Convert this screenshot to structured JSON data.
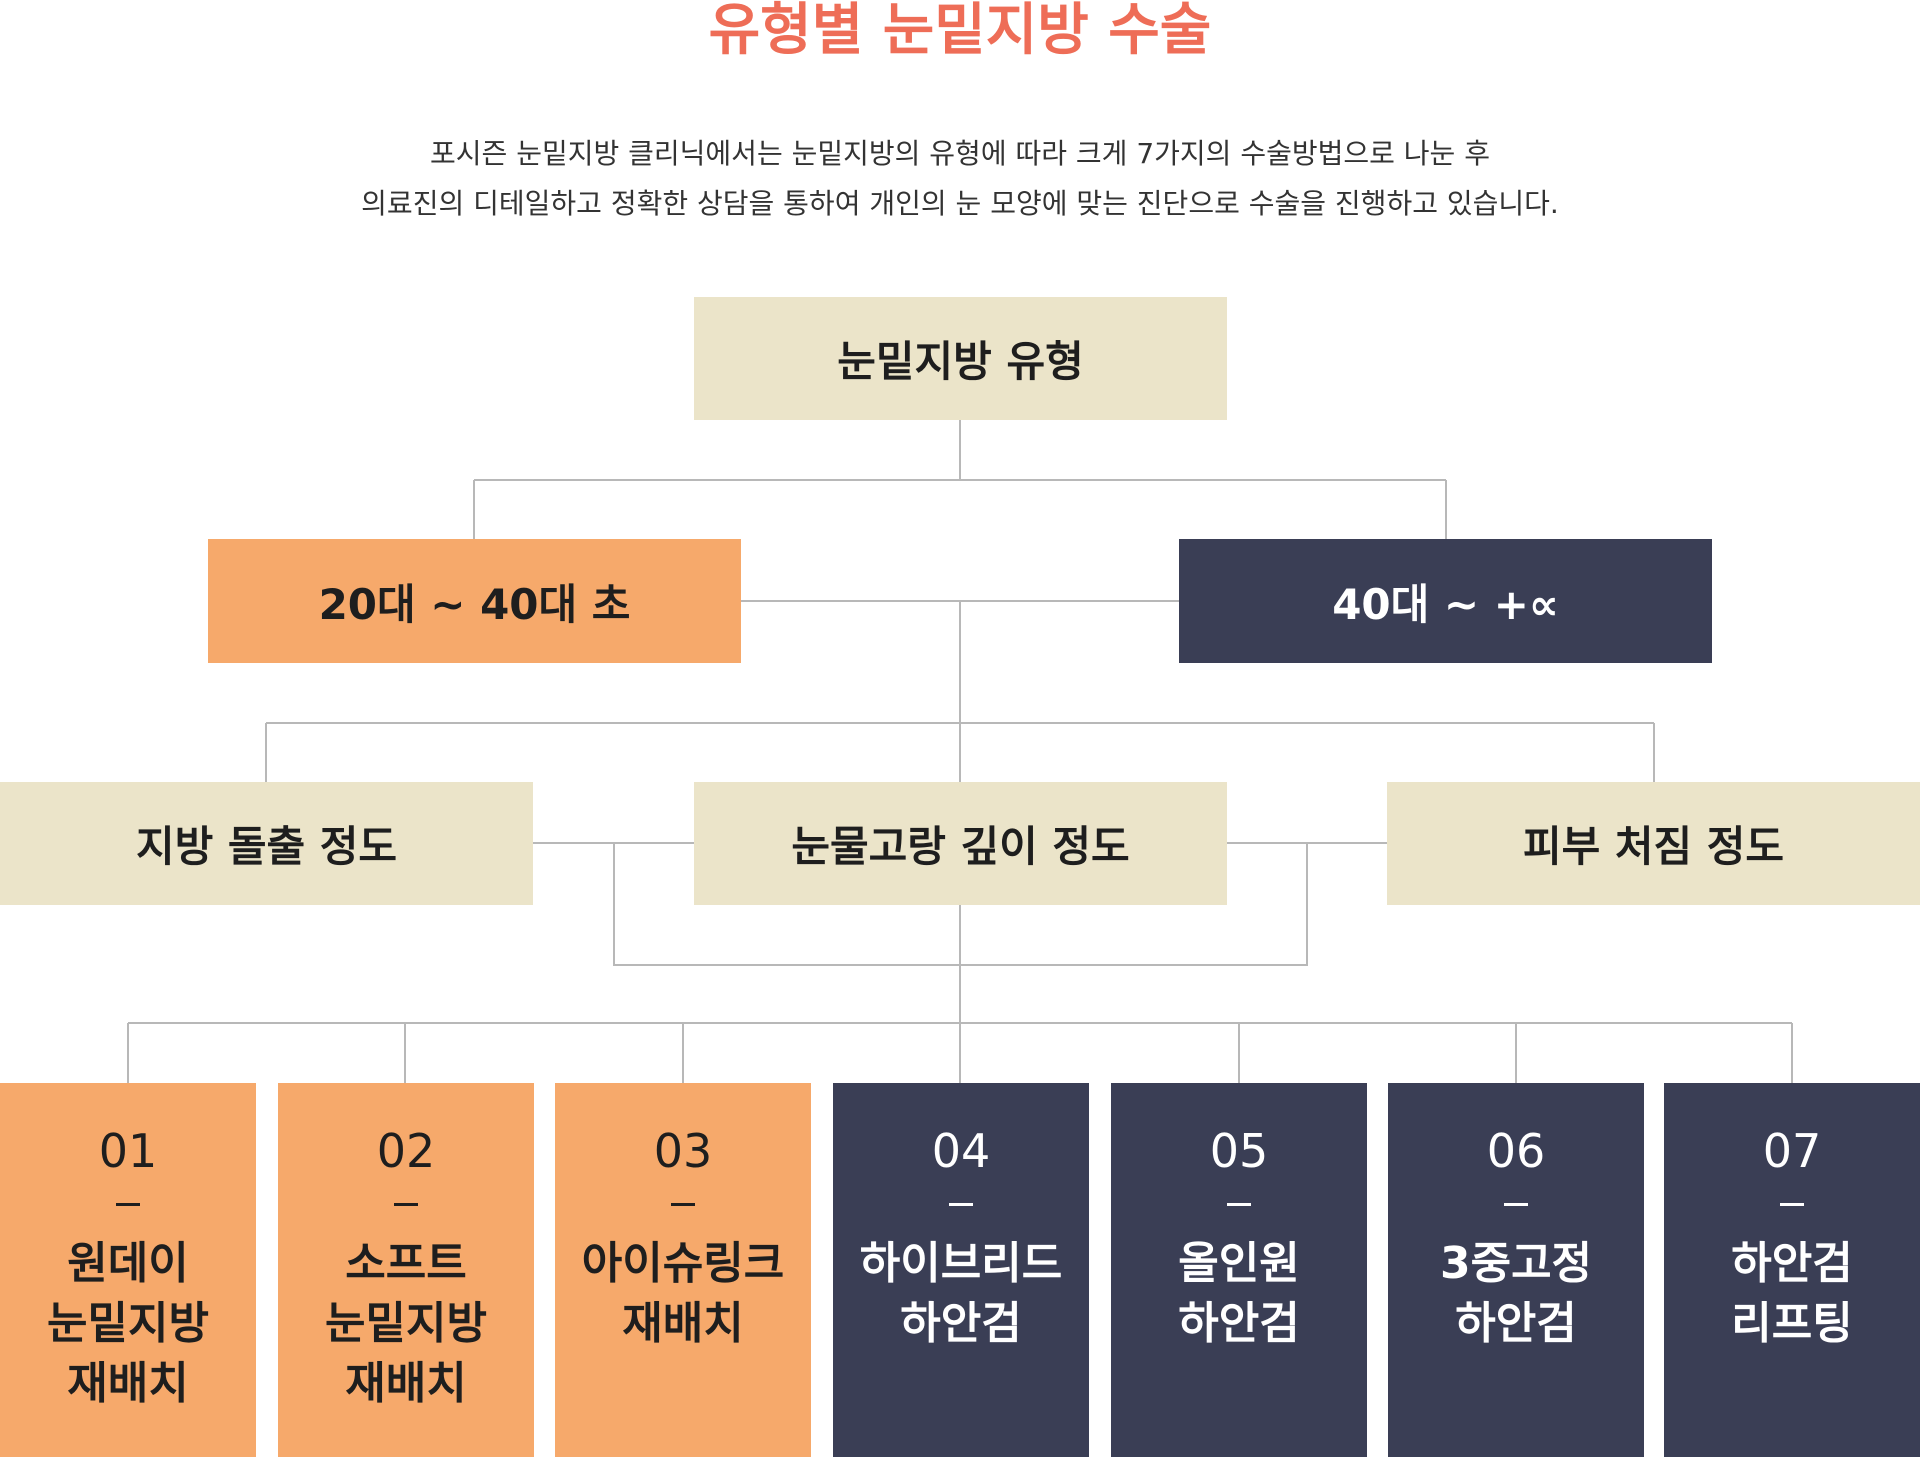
{
  "title": "유형별 눈밑지방 수술",
  "description": [
    "포시즌 눈밑지방 클리닉에서는 눈밑지방의 유형에 따라 크게 7가지의 수술방법으로 나눈 후",
    "의료진의 디테일하고 정확한 상담을 통하여 개인의 눈 모양에 맞는 진단으로 수술을 진행하고 있습니다."
  ],
  "root": {
    "label": "눈밑지방 유형"
  },
  "age_groups": [
    {
      "label": "20대 ~ 40대 초"
    },
    {
      "label": "40대 ~ +∝"
    }
  ],
  "criteria": [
    {
      "label": "지방 돌출 정도"
    },
    {
      "label": "눈물고랑 깊이 정도"
    },
    {
      "label": "피부 처짐 정도"
    }
  ],
  "procedures": [
    {
      "number": "01",
      "lines": [
        "원데이",
        "눈밑지방",
        "재배치"
      ]
    },
    {
      "number": "02",
      "lines": [
        "소프트",
        "눈밑지방",
        "재배치"
      ]
    },
    {
      "number": "03",
      "lines": [
        "아이슈링크",
        "재배치"
      ]
    },
    {
      "number": "04",
      "lines": [
        "하이브리드",
        "하안검"
      ]
    },
    {
      "number": "05",
      "lines": [
        "올인원",
        "하안검"
      ]
    },
    {
      "number": "06",
      "lines": [
        "3중고정",
        "하안검"
      ]
    },
    {
      "number": "07",
      "lines": [
        "하안검",
        "리프팅"
      ]
    }
  ],
  "colors": {
    "title": "#ee6d57",
    "beige": "#ebe4c9",
    "orange": "#f6a96b",
    "navy": "#3a3e55",
    "line": "#b8b8b8"
  }
}
